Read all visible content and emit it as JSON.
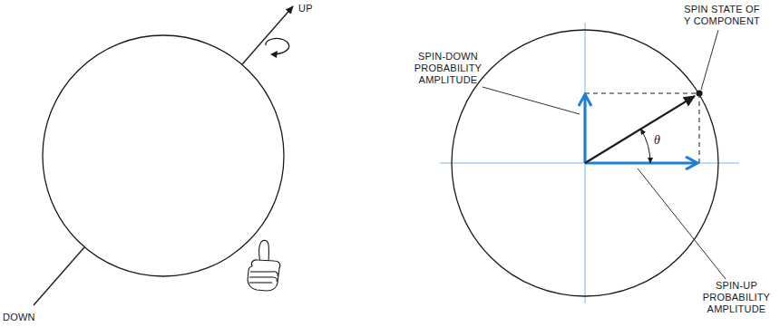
{
  "diagram": {
    "labels": [
      "UP",
      "DOWN",
      "SPIN-DOWN PROBABILITY AMPLITUDE",
      "SPIN STATE OF Y COMPONENT",
      "θ",
      "SPIN-UP PROBABILITY AMPLITUDE"
    ]
  }
}
